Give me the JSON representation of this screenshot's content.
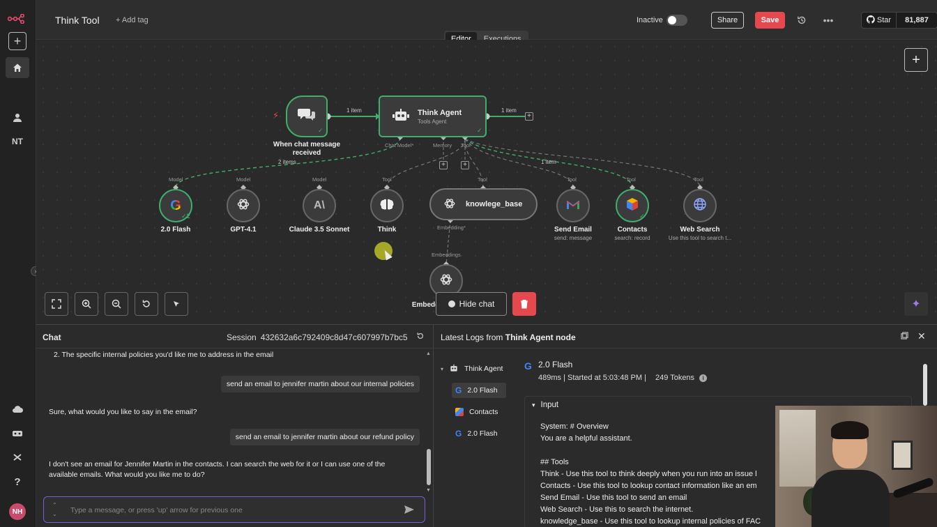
{
  "header": {
    "title": "Think Tool",
    "add_tag": "+ Add tag",
    "status_label": "Inactive",
    "share": "Share",
    "save": "Save",
    "github_star": "Star",
    "github_count": "81,887"
  },
  "tabs": [
    {
      "label": "Editor",
      "active": true
    },
    {
      "label": "Executions",
      "active": false
    }
  ],
  "rail": {
    "user_initials": "NT",
    "avatar_initials": "NH"
  },
  "canvas": {
    "trigger": {
      "label": "When chat message received"
    },
    "agent": {
      "title": "Think Agent",
      "subtitle": "Tools Agent"
    },
    "edge_counts": {
      "trigger_to_agent": "1 item",
      "agent_out": "1 item",
      "model_link": "2 items",
      "tool_link": "1 item"
    },
    "agent_ports": {
      "chat_model": "Chat Model*",
      "memory": "Memory",
      "tool": "Tool"
    },
    "sub_nodes": [
      {
        "label": "2.0 Flash",
        "port": "Model",
        "icon": "google-icon",
        "sub": ""
      },
      {
        "label": "GPT-4.1",
        "port": "Model",
        "icon": "openai-icon",
        "sub": ""
      },
      {
        "label": "Claude 3.5 Sonnet",
        "port": "Model",
        "icon": "anthropic-icon",
        "sub": ""
      },
      {
        "label": "Think",
        "port": "Tool",
        "icon": "think-icon",
        "sub": ""
      },
      {
        "label": "knowlege_base",
        "port": "Tool",
        "icon": "openai-icon",
        "sub": ""
      },
      {
        "label": "Send Email",
        "port": "Tool",
        "icon": "gmail-icon",
        "sub": "send: message"
      },
      {
        "label": "Contacts",
        "port": "Tool",
        "icon": "contacts-icon",
        "sub": "search: record"
      },
      {
        "label": "Web Search",
        "port": "Tool",
        "icon": "globe-icon",
        "sub": "Use this tool to search t..."
      }
    ],
    "kb_port": "Embedding*",
    "embedding_port": "Embeddings",
    "embedding_label": "Embeddings OpenAI",
    "hide_chat": "Hide chat",
    "flash_badge": "2"
  },
  "chat": {
    "title": "Chat",
    "session_label": "Session",
    "session_id": "432632a6c792409c8d47c607997b7bc5",
    "messages": [
      {
        "role": "bot",
        "text": "2. The specific internal policies you'd like me to address in the email"
      },
      {
        "role": "user",
        "text": "send an email to jennifer martin about our internal policies"
      },
      {
        "role": "bot",
        "text": "Sure, what would you like to say in the email?"
      },
      {
        "role": "user",
        "text": "send an email to jennifer martin about our refund policy"
      },
      {
        "role": "bot",
        "text": "I don't see an email for Jennifer Martin in the contacts. I can search the web for it or I can use one of the available emails. What would you like me to do?"
      }
    ],
    "input_placeholder": "Type a message, or press 'up' arrow for previous one"
  },
  "logs": {
    "title_prefix": "Latest Logs from",
    "title_node": "Think Agent node",
    "tree": [
      {
        "label": "Think Agent",
        "icon": "robot-icon",
        "selected": false
      },
      {
        "label": "2.0 Flash",
        "icon": "google-icon",
        "selected": true
      },
      {
        "label": "Contacts",
        "icon": "contacts-icon",
        "selected": false
      },
      {
        "label": "2.0 Flash",
        "icon": "google-icon",
        "selected": false
      }
    ],
    "detail_title": "2.0 Flash",
    "detail_meta": "489ms | Started at 5:03:48 PM |",
    "tokens": "249 Tokens",
    "input_header": "Input",
    "input_body": "System: # Overview\nYou are a helpful assistant.\n\n## Tools\nThink - Use this tool to think deeply when you run into an issue l\nContacts - Use this tool to lookup contact information like an em\nSend Email - Use this tool to send an email\nWeb Search - Use this to search the internet.\nknowledge_base - Use this tool to lookup internal policies of FAC"
  },
  "colors": {
    "accent_green": "#3fae6d",
    "save_red": "#e5484d",
    "brand_pink": "#ea4b71",
    "input_purple": "#7b5cd6"
  }
}
